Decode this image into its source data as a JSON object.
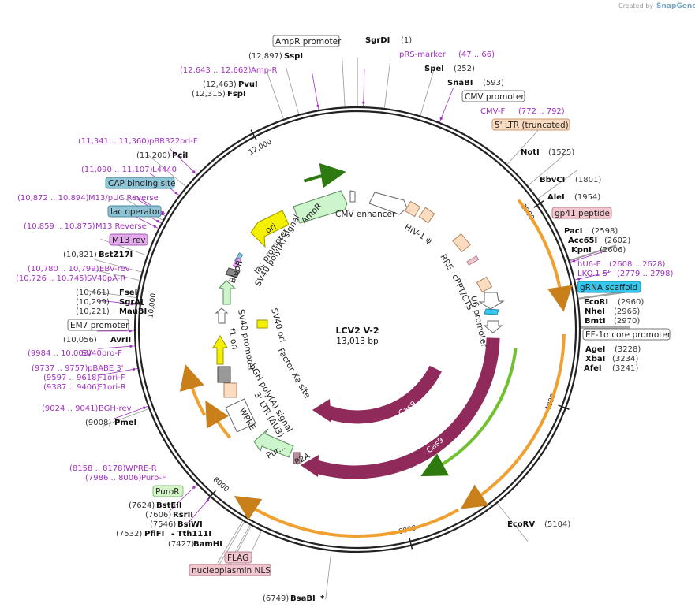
{
  "credit": {
    "text": "Created by",
    "brand": "SnapGene"
  },
  "plasmid": {
    "name": "LCV2 V-2",
    "size": "13,013 bp",
    "length": 13013
  },
  "ticks": [
    {
      "pos": 2000,
      "label": "2000"
    },
    {
      "pos": 4000,
      "label": "4000"
    },
    {
      "pos": 6000,
      "label": "6000"
    },
    {
      "pos": 8000,
      "label": "8000"
    },
    {
      "pos": 10000,
      "label": "10,000"
    },
    {
      "pos": 12000,
      "label": "12,000"
    }
  ],
  "enzymes": [
    {
      "name": "SgrDI",
      "pos": "(1)",
      "at": 1
    },
    {
      "name": "SpeI",
      "pos": "(252)",
      "at": 252
    },
    {
      "name": "SnaBI",
      "pos": "(593)",
      "at": 593
    },
    {
      "name": "NotI",
      "pos": "(1525)",
      "at": 1525
    },
    {
      "name": "BbvCI",
      "pos": "(1801)",
      "at": 1801
    },
    {
      "name": "AleI",
      "pos": "(1954)",
      "at": 1954
    },
    {
      "name": "PacI",
      "pos": "(2598)",
      "at": 2598
    },
    {
      "name": "Acc65I",
      "pos": "(2602)",
      "at": 2602
    },
    {
      "name": "KpnI",
      "pos": "(2606)",
      "at": 2606
    },
    {
      "name": "EcoRI",
      "pos": "(2960)",
      "at": 2960
    },
    {
      "name": "NheI",
      "pos": "(2966)",
      "at": 2966
    },
    {
      "name": "BmtI",
      "pos": "(2970)",
      "at": 2970
    },
    {
      "name": "AgeI",
      "pos": "(3228)",
      "at": 3228
    },
    {
      "name": "XbaI",
      "pos": "(3234)",
      "at": 3234
    },
    {
      "name": "AfeI",
      "pos": "(3241)",
      "at": 3241
    },
    {
      "name": "EcoRV",
      "pos": "(5104)",
      "at": 5104
    },
    {
      "name": "BsaBI",
      "pos": "(6749)",
      "at": 6749,
      "star": "*"
    },
    {
      "name": "BamHI",
      "pos": "(7427)",
      "at": 7427
    },
    {
      "name": "PflFI",
      "pos": "(7532)",
      "at": 7532,
      "extra": "- Tth111I"
    },
    {
      "name": "BsiWI",
      "pos": "(7546)",
      "at": 7546
    },
    {
      "name": "RsrII",
      "pos": "(7606)",
      "at": 7606
    },
    {
      "name": "BstEII",
      "pos": "(7624)",
      "at": 7624
    },
    {
      "name": "PmeI",
      "pos": "(9008)",
      "at": 9008
    },
    {
      "name": "AvrII",
      "pos": "(10,056)",
      "at": 10056
    },
    {
      "name": "MauBI",
      "pos": "(10,221)",
      "at": 10221
    },
    {
      "name": "SgrAI",
      "pos": "(10,299)",
      "at": 10299
    },
    {
      "name": "FseI",
      "pos": "(10,461)",
      "at": 10461
    },
    {
      "name": "BstZ17I",
      "pos": "(10,821)",
      "at": 10821
    },
    {
      "name": "PciI",
      "pos": "(11,200)",
      "at": 11200
    },
    {
      "name": "FspI",
      "pos": "(12,315)",
      "at": 12315
    },
    {
      "name": "PvuI",
      "pos": "(12,463)",
      "at": 12463
    },
    {
      "name": "SspI",
      "pos": "(12,897)",
      "at": 12897
    }
  ],
  "primers": [
    {
      "name": "pRS-marker",
      "pos": "(47 .. 66)",
      "at": 56
    },
    {
      "name": "CMV-F",
      "pos": "(772 .. 792)",
      "at": 782
    },
    {
      "name": "hU6-F",
      "pos": "(2608 .. 2628)",
      "at": 2618
    },
    {
      "name": "LKO.1 5'",
      "pos": "(2779 .. 2798)",
      "at": 2788
    },
    {
      "name": "WPRE-R",
      "pos": "(8158 .. 8178)",
      "at": 8168
    },
    {
      "name": "Puro-F",
      "pos": "(7986 .. 8006)",
      "at": 7996
    },
    {
      "name": "BGH-rev",
      "pos": "(9024 .. 9041)",
      "at": 9032
    },
    {
      "name": "F1ori-R",
      "pos": "(9387 .. 9406)",
      "at": 9396
    },
    {
      "name": "F1ori-F",
      "pos": "(9597 .. 9618)",
      "at": 9607
    },
    {
      "name": "pBABE 3'",
      "pos": "(9737 .. 9757)",
      "at": 9747
    },
    {
      "name": "SV40pro-F",
      "pos": "(9984 .. 10,003)",
      "at": 9993
    },
    {
      "name": "SV40pA-R",
      "pos": "(10,726 .. 10,745)",
      "at": 10735
    },
    {
      "name": "EBV-rev",
      "pos": "(10,780 .. 10,799)",
      "at": 10790
    },
    {
      "name": "M13 Reverse",
      "pos": "(10,859 .. 10,875)",
      "at": 10867
    },
    {
      "name": "M13/pUC Reverse",
      "pos": "(10,872 .. 10,894)",
      "at": 10883
    },
    {
      "name": "L4440",
      "pos": "(11,090 .. 11,107)",
      "at": 11098
    },
    {
      "name": "pBR322ori-F",
      "pos": "(11,341 .. 11,360)",
      "at": 11350
    },
    {
      "name": "Amp-R",
      "pos": "(12,643 .. 12,662)",
      "at": 12652
    }
  ],
  "boxed_labels": [
    {
      "name": "AmpR promoter",
      "kind": "promoter",
      "fill": "#ffffff",
      "stroke": "#777777"
    },
    {
      "name": "CMV promoter",
      "kind": "promoter",
      "fill": "#ffffff",
      "stroke": "#777777"
    },
    {
      "name": "5' LTR (truncated)",
      "kind": "ltr",
      "fill": "#fbdcc0",
      "stroke": "#c89a70"
    },
    {
      "name": "gp41 peptide",
      "kind": "tag",
      "fill": "#f2c6cf",
      "stroke": "#b8858f"
    },
    {
      "name": "gRNA scaffold",
      "kind": "rna",
      "fill": "#35c8ec",
      "stroke": "#1a8fb0"
    },
    {
      "name": "EF-1α core promoter",
      "kind": "promoter",
      "fill": "#ffffff",
      "stroke": "#777777"
    },
    {
      "name": "PuroR",
      "kind": "marker",
      "fill": "#d4f5c8",
      "stroke": "#86b878"
    },
    {
      "name": "FLAG",
      "kind": "tag",
      "fill": "#f2c6cf",
      "stroke": "#b8858f"
    },
    {
      "name": "nucleoplasmin NLS",
      "kind": "tag",
      "fill": "#f2c6cf",
      "stroke": "#b8858f"
    },
    {
      "name": "EM7 promoter",
      "kind": "promoter",
      "fill": "#ffffff",
      "stroke": "#777777"
    },
    {
      "name": "M13 rev",
      "kind": "primer-bind",
      "fill": "#e6a8ef",
      "stroke": "#a060b0"
    },
    {
      "name": "lac operator",
      "kind": "protein-bind",
      "fill": "#8fc3d6",
      "stroke": "#4a8aa0"
    },
    {
      "name": "CAP binding site",
      "kind": "protein-bind",
      "fill": "#8fc3d6",
      "stroke": "#4a8aa0"
    }
  ],
  "features_inner": [
    "CMV enhancer",
    "HIV-1 ψ",
    "RRE",
    "cPPT/CTS",
    "U6 promoter",
    "Cas9",
    "Cas9",
    "P2A",
    "Pur...",
    "WPRE",
    "3' LTR (ΔU3)",
    "bGH poly(A) signal",
    "Factor Xa site",
    "SV40 ori",
    "f1 ori",
    "SV40 promoter",
    "BleoR",
    "SV40 poly(A) signal",
    "lac promoter",
    "AmpR",
    "ori"
  ],
  "colors": {
    "cas9": "#8f2a5b",
    "ampr": "#ccf5cc",
    "ori": "#f4f000",
    "orange_arc": "#f0a030",
    "green_arc": "#70c030",
    "primer": "#a030c0",
    "backbone": "#222222"
  }
}
